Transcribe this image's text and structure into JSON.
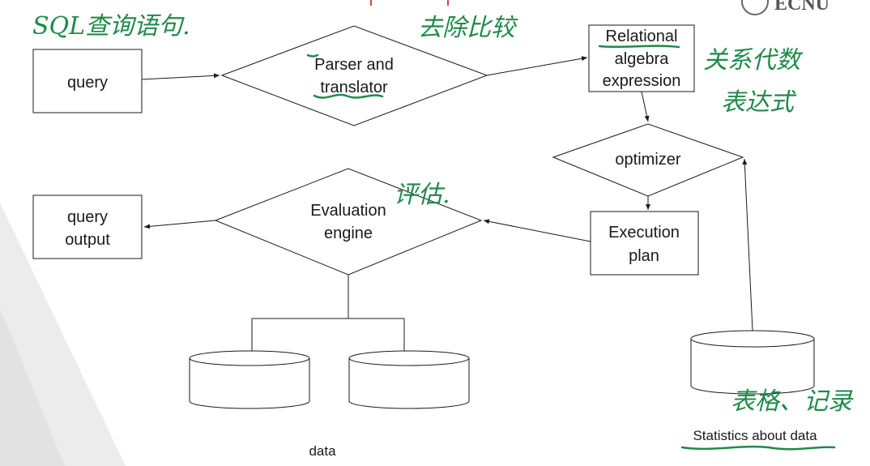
{
  "diagram": {
    "query": "query",
    "parser_line1": "Parser and",
    "parser_line2": "translator",
    "relational_line1": "Relational",
    "relational_line2": "algebra",
    "relational_line3": "expression",
    "optimizer": "optimizer",
    "execution_line1": "Execution",
    "execution_line2": "plan",
    "evaluation_line1": "Evaluation",
    "evaluation_line2": "engine",
    "query_output_line1": "query",
    "query_output_line2": "output",
    "data": "data",
    "statistics": "Statistics about data"
  },
  "annotations": {
    "sql_query": "SQL查询语句.",
    "syntax_analysis": "去除比较",
    "relational_algebra_1": "关系代数",
    "relational_algebra_2": "表达式",
    "evaluate": "评估.",
    "tables_records": "表格、记录"
  },
  "logo": {
    "text": "ECNU"
  },
  "colors": {
    "ink": "#1a1a1a",
    "annotation": "#1f8a4a",
    "logo": "#555555"
  }
}
